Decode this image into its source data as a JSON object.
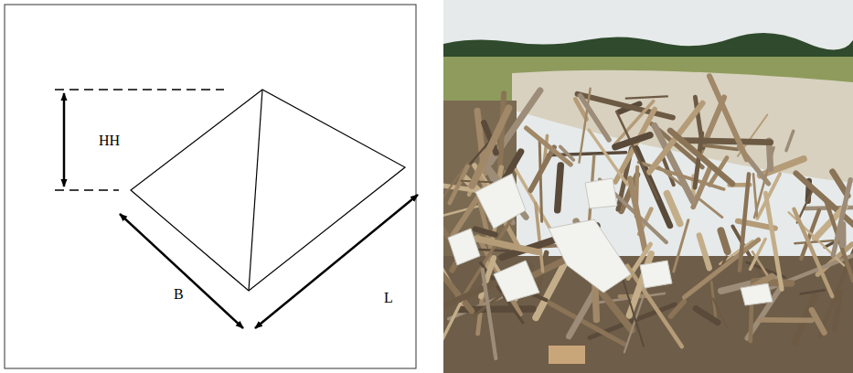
{
  "diagram": {
    "labels": [
      "HH",
      "B",
      "L"
    ]
  }
}
